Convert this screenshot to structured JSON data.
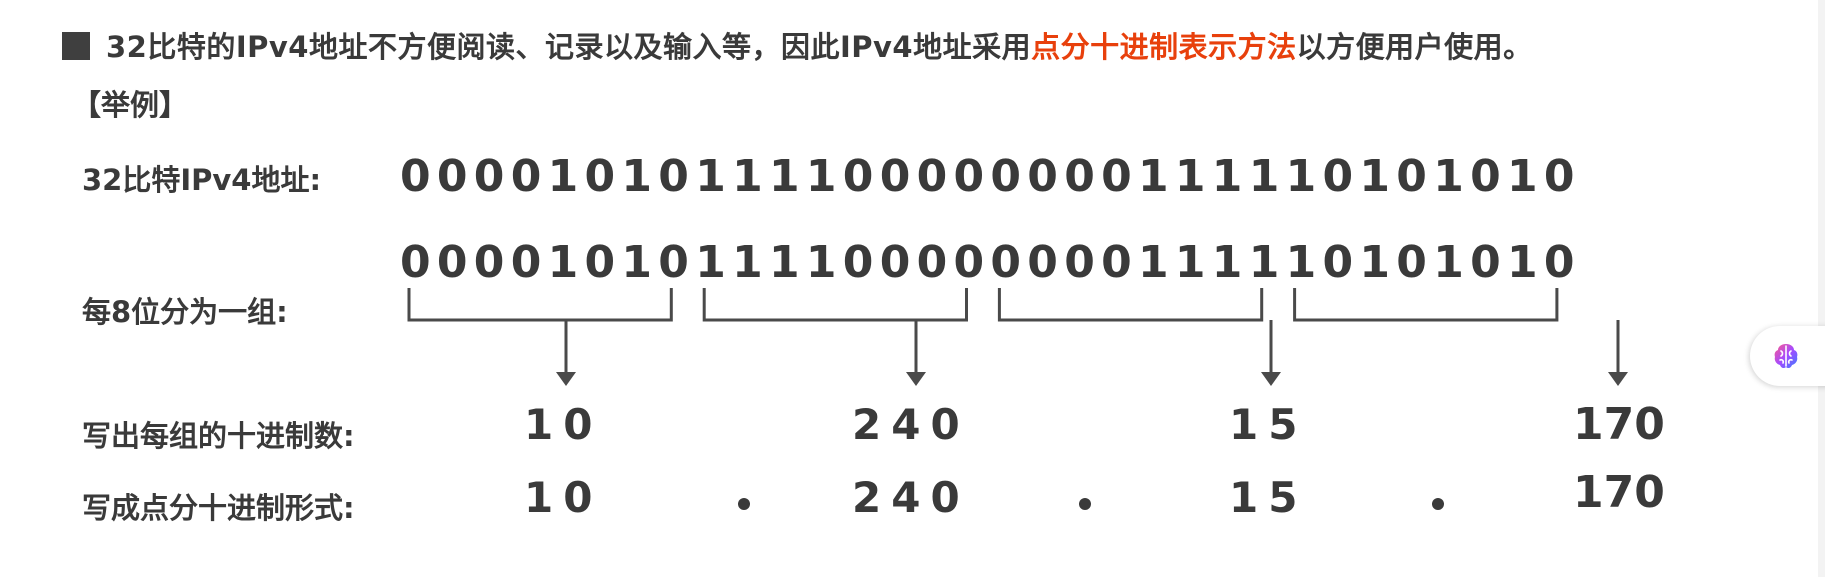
{
  "headline": {
    "before": "32比特的IPv4地址不方便阅读、记录以及输入等，因此IPv4地址采用",
    "highlight": "点分十进制表示方法",
    "after": "以方便用户使用。"
  },
  "example_label": "【举例】",
  "rows": {
    "binary_label": "32比特IPv4地址:",
    "group_label": "每8位分为一组:",
    "decimal_label": "写出每组的十进制数:",
    "dotted_label": "写成点分十进制形式:"
  },
  "bits": [
    "0",
    "0",
    "0",
    "0",
    "1",
    "0",
    "1",
    "0",
    "1",
    "1",
    "1",
    "1",
    "0",
    "0",
    "0",
    "0",
    "0",
    "0",
    "0",
    "0",
    "1",
    "1",
    "1",
    "1",
    "1",
    "0",
    "1",
    "0",
    "1",
    "0",
    "1",
    "0"
  ],
  "octets": {
    "o1": "10",
    "o2": "240",
    "o3": "15",
    "o4": "170"
  },
  "colors": {
    "text": "#3a3a3a",
    "highlight": "#e8400c",
    "bracket": "#4a4a4a"
  },
  "icons": {
    "bullet": "square-bullet-icon",
    "side_widget": "brain-icon"
  }
}
